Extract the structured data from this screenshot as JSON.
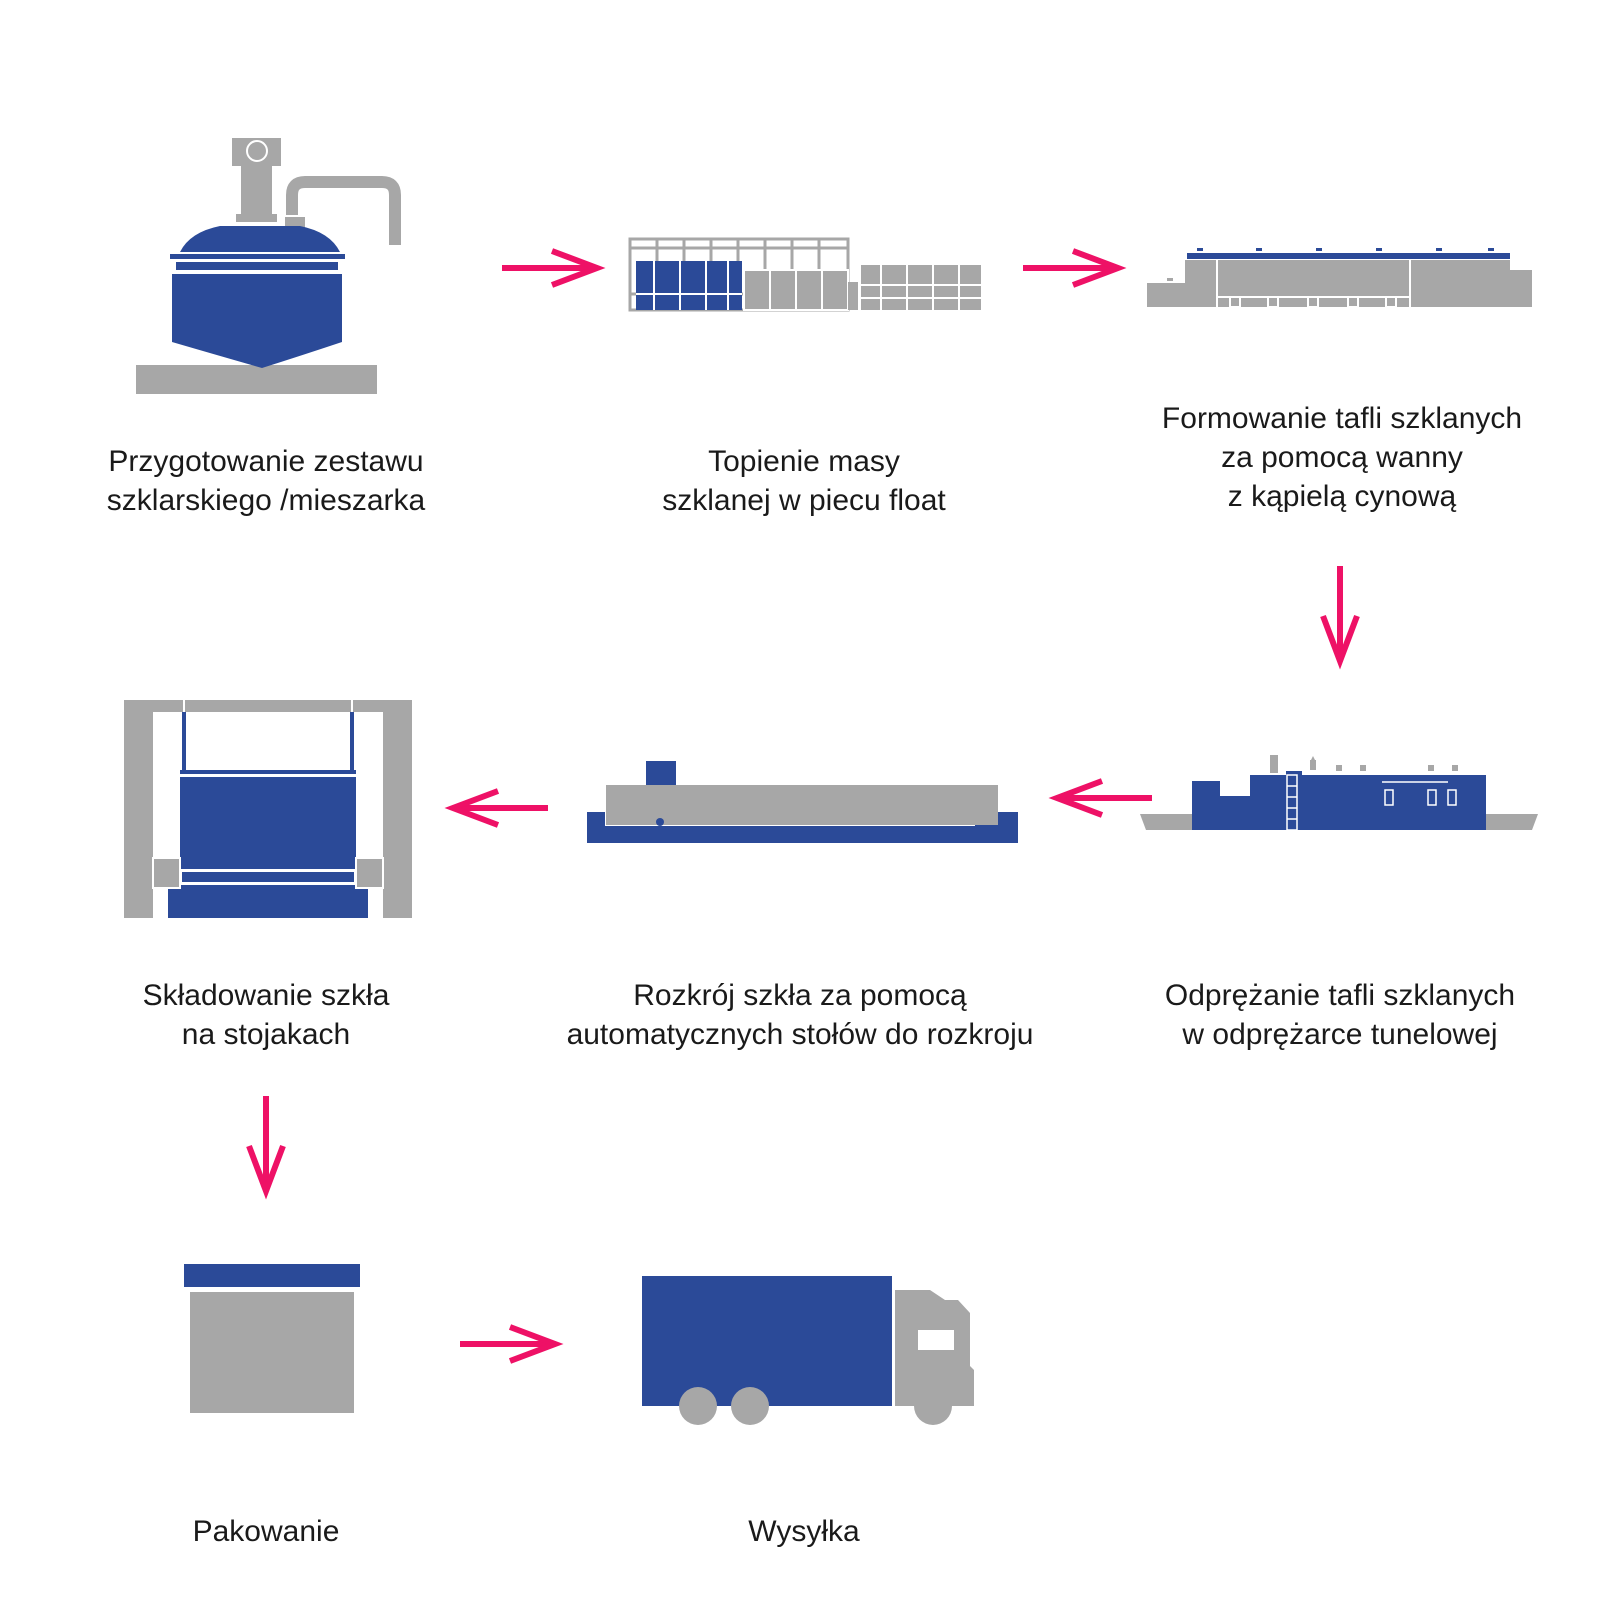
{
  "colors": {
    "blue": "#2b4a98",
    "gray": "#a7a7a7",
    "arrow": "#ee1166",
    "text": "#1a1a1a"
  },
  "steps": [
    {
      "id": "mixing",
      "icon": "mixer-icon",
      "lines": [
        "Przygotowanie zestawu",
        "szklarskiego /mieszarka"
      ]
    },
    {
      "id": "melting",
      "icon": "float-furnace-icon",
      "lines": [
        "Topienie masy",
        "szklanej w piecu float"
      ]
    },
    {
      "id": "forming",
      "icon": "tin-bath-icon",
      "lines": [
        "Formowanie tafli szklanych",
        "za pomocą wanny",
        "z kąpielą cynową"
      ]
    },
    {
      "id": "annealing",
      "icon": "annealing-lehr-icon",
      "lines": [
        "Odprężanie tafli szklanych",
        "w odprężarce tunelowej"
      ]
    },
    {
      "id": "cutting",
      "icon": "cutting-table-icon",
      "lines": [
        "Rozkrój szkła za pomocą",
        "automatycznych stołów do rozkroju"
      ]
    },
    {
      "id": "storage",
      "icon": "storage-rack-icon",
      "lines": [
        "Składowanie szkła",
        "na stojakach"
      ]
    },
    {
      "id": "packing",
      "icon": "package-box-icon",
      "lines": [
        "Pakowanie"
      ]
    },
    {
      "id": "shipping",
      "icon": "truck-icon",
      "lines": [
        "Wysyłka"
      ]
    }
  ]
}
